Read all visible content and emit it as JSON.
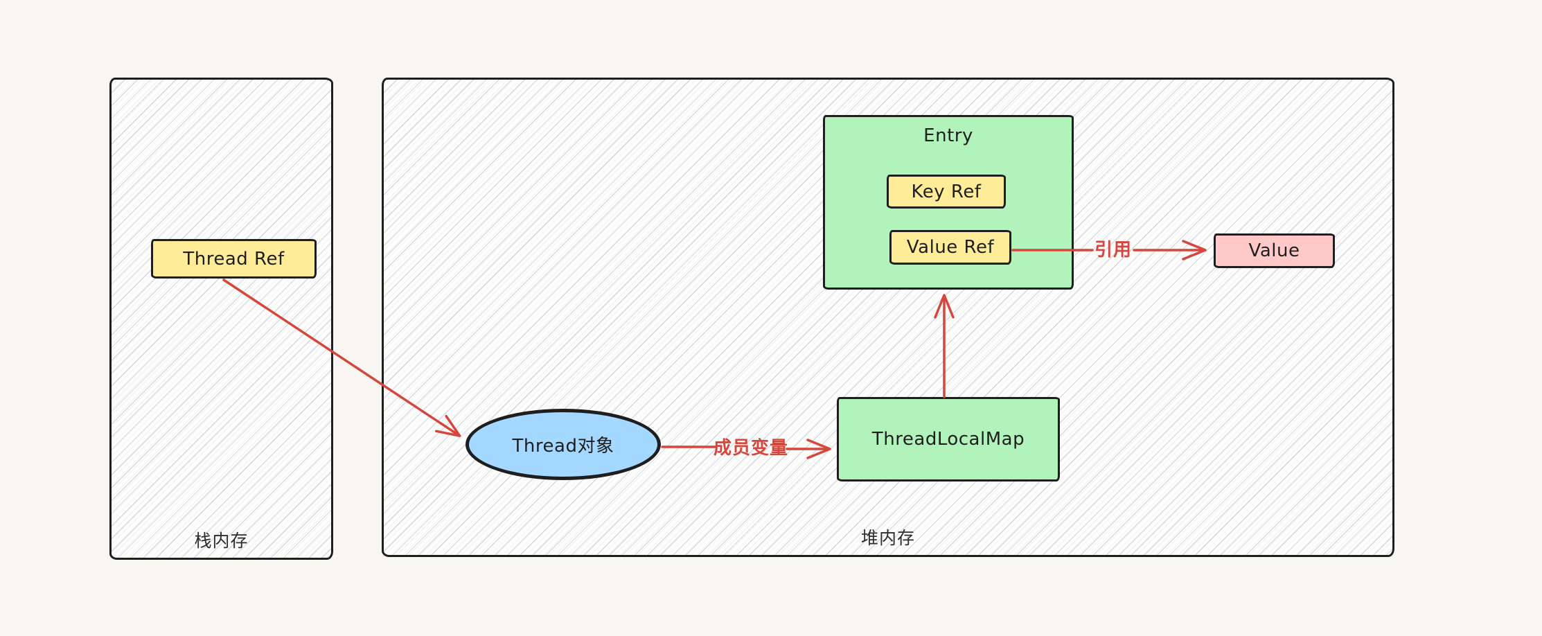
{
  "colors": {
    "bg": "#f7f6f2",
    "ink": "#1e1e1e",
    "red": "#d5463d",
    "yellow": "#ffec99",
    "green": "#b2f2bb",
    "blue": "#a5d8ff",
    "pink": "#ffc9c9",
    "region-label": "#2d2d2d"
  },
  "regions": {
    "stack": {
      "label": "栈内存"
    },
    "heap": {
      "label": "堆内存"
    }
  },
  "nodes": {
    "thread_ref": {
      "label": "Thread Ref"
    },
    "thread_object": {
      "label": "Thread对象"
    },
    "thread_local_map": {
      "label": "ThreadLocalMap"
    },
    "entry": {
      "label": "Entry"
    },
    "key_ref": {
      "label": "Key Ref"
    },
    "value_ref": {
      "label": "Value Ref"
    },
    "value": {
      "label": "Value"
    }
  },
  "edge_labels": {
    "member_variable": "成员变量",
    "reference": "引用"
  }
}
